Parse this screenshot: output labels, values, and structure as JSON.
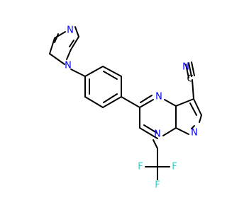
{
  "molecule": {
    "labels": {
      "n_imidazole_top": "N",
      "n_imidazole_bottom": "N",
      "n_pyrimidine": "N",
      "n_nitrile": "N",
      "n_bridge": "N",
      "n_pyrazole": "N",
      "c_nitrile": "C",
      "f_left": "F",
      "f_right": "F",
      "f_bottom": "F"
    }
  }
}
